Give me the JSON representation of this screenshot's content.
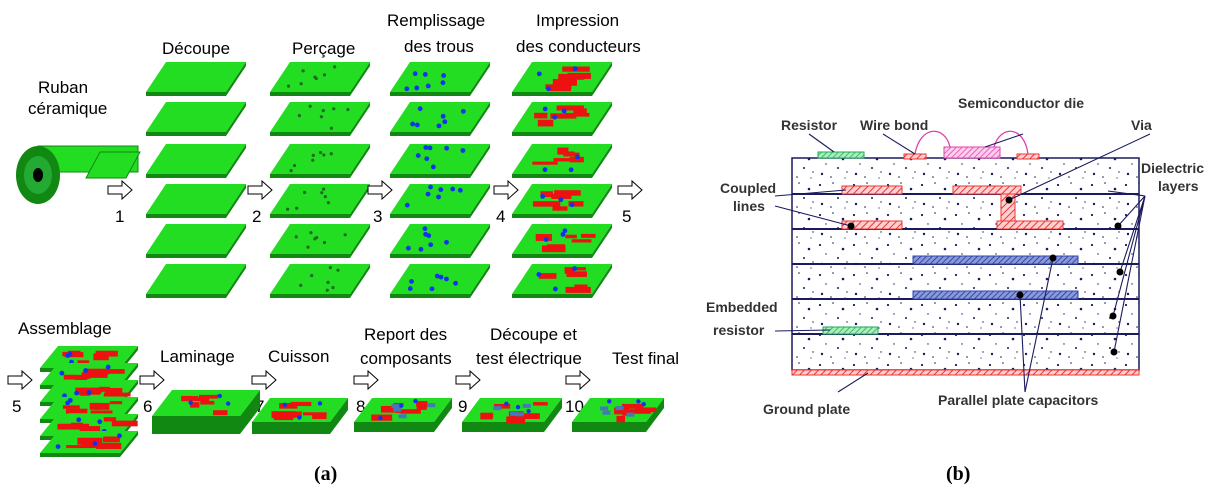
{
  "panel_a": {
    "caption": "(a)",
    "roll_label_line1": "Ruban",
    "roll_label_line2": "céramique",
    "top_headers": {
      "decoupe": "Découpe",
      "percage": "Perçage",
      "remplissage_line1": "Remplissage",
      "remplissage_line2": "des trous",
      "impression_line1": "Impression",
      "impression_line2": "des conducteurs"
    },
    "top_steps": [
      "1",
      "2",
      "3",
      "4",
      "5"
    ],
    "bottom_step_start": "5",
    "bottom_labels": {
      "assemblage": "Assemblage",
      "laminage": "Laminage",
      "cuisson": "Cuisson",
      "report_line1": "Report des",
      "report_line2": "composants",
      "decoupe_test_line1": "Découpe et",
      "decoupe_test_line2": "test électrique",
      "test_final": "Test final"
    },
    "bottom_steps": [
      "6",
      "7",
      "8",
      "9",
      "10"
    ],
    "colors": {
      "ceramic": "#22dd22",
      "ceramic_edge": "#118811",
      "conductor": "#ee1111",
      "via": "#1133ee"
    }
  },
  "panel_b": {
    "caption": "(b)",
    "labels": {
      "resistor": "Resistor",
      "wire_bond": "Wire bond",
      "semiconductor_die": "Semiconductor die",
      "via": "Via",
      "dielectric_line1": "Dielectric",
      "dielectric_line2": "layers",
      "coupled_line1": "Coupled",
      "coupled_line2": "lines",
      "embedded_line1": "Embedded",
      "embedded_line2": "resistor",
      "ground_plate": "Ground plate",
      "parallel_plate": "Parallel plate capacitors"
    },
    "colors": {
      "layer_line": "#1a1a5e",
      "red_hatch": "#ee3333",
      "blue_plate": "#3344aa",
      "green": "#22aa55",
      "wire": "#dd44aa"
    }
  }
}
